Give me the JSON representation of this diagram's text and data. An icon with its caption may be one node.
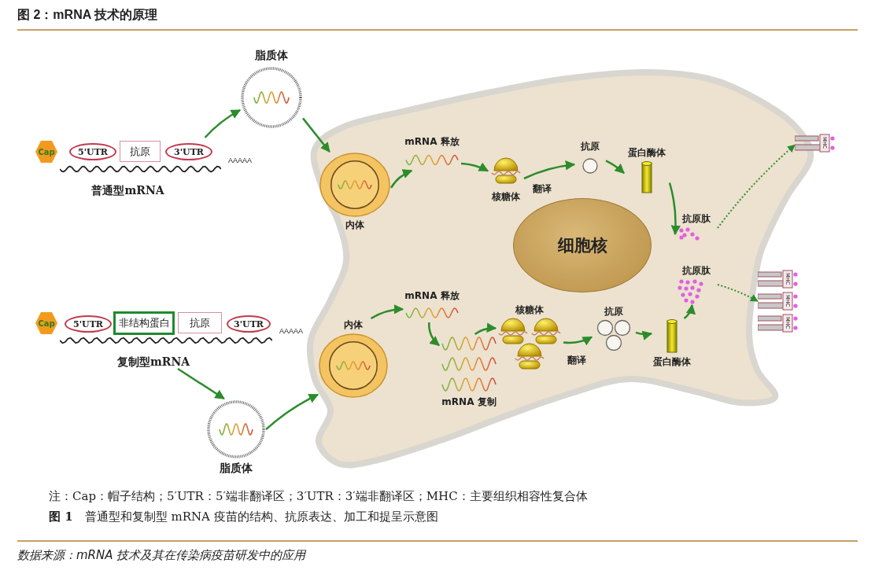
{
  "diagram": {
    "title": "图 2：mRNA 技术的原理",
    "caption": "数据来源：mRNA 技术及其在传染病疫苗研发中的应用",
    "nodes": [
      {
        "text": [
          "普通型mRNA"
        ]
      },
      {
        "text": [
          "Cap"
        ],
        "in": 0
      },
      {
        "text": [
          "5'UTR"
        ],
        "in": 0
      },
      {
        "text": [
          "抗原"
        ],
        "in": 0
      },
      {
        "text": [
          "3'UTR"
        ],
        "in": 0
      },
      {
        "text": [
          "脂质体"
        ]
      },
      {
        "text": [
          "内体"
        ]
      },
      {
        "text": [
          "mRNA 释放"
        ]
      },
      {
        "text": [
          "核糖体"
        ]
      },
      {
        "text": [
          "抗原"
        ]
      },
      {
        "text": [
          "蛋白酶体"
        ]
      },
      {
        "text": [
          "抗原肽"
        ]
      },
      {
        "text": [
          "MHC"
        ]
      },
      {
        "text": [
          "细胞核"
        ]
      },
      {
        "text": [
          "复制型mRNA"
        ]
      },
      {
        "text": [
          "Cap"
        ],
        "in": 14
      },
      {
        "text": [
          "5'UTR"
        ],
        "in": 14
      },
      {
        "text": [
          "非结构蛋白"
        ],
        "in": 14
      },
      {
        "text": [
          "抗原"
        ],
        "in": 14
      },
      {
        "text": [
          "3'UTR"
        ],
        "in": 14
      },
      {
        "text": [
          "脂质体"
        ]
      },
      {
        "text": [
          "内体"
        ]
      },
      {
        "text": [
          "mRNA 释放"
        ]
      },
      {
        "text": [
          "mRNA 复制"
        ]
      },
      {
        "text": [
          "核糖体"
        ]
      },
      {
        "text": [
          "抗原"
        ]
      },
      {
        "text": [
          "蛋白酶体"
        ]
      },
      {
        "text": [
          "抗原肽"
        ]
      },
      {
        "text": [
          "MHC"
        ]
      },
      {
        "text": [
          "MHC"
        ]
      },
      {
        "text": [
          "MHC"
        ]
      }
    ],
    "edges": [
      {
        "from": 0,
        "to": 5,
        "arrow": "to"
      },
      {
        "from": 5,
        "to": 6,
        "arrow": "to"
      },
      {
        "from": 6,
        "to": 7,
        "arrow": "to"
      },
      {
        "from": 7,
        "to": 8,
        "arrow": "to"
      },
      {
        "from": 8,
        "to": 9,
        "arrow": "to",
        "label": "翻译"
      },
      {
        "from": 9,
        "to": 10,
        "arrow": "to"
      },
      {
        "from": 10,
        "to": 11,
        "arrow": "to"
      },
      {
        "from": 11,
        "to": 12,
        "arrow": "to",
        "style": "dashed"
      },
      {
        "from": 14,
        "to": 20,
        "arrow": "to"
      },
      {
        "from": 20,
        "to": 21,
        "arrow": "to"
      },
      {
        "from": 21,
        "to": 22,
        "arrow": "to"
      },
      {
        "from": 22,
        "to": 23,
        "arrow": "to"
      },
      {
        "from": 23,
        "to": 24,
        "arrow": "to"
      },
      {
        "from": 24,
        "to": 25,
        "arrow": "to",
        "label": "翻译"
      },
      {
        "from": 25,
        "to": 26,
        "arrow": "to"
      },
      {
        "from": 26,
        "to": 27,
        "arrow": "to"
      },
      {
        "from": 27,
        "to": 29,
        "arrow": "to",
        "style": "dashed"
      }
    ],
    "labels": [
      "AAAAA",
      "AAAAA",
      "注：Cap：帽子结构；5′UTR：5′端非翻译区；3′UTR：3′端非翻译区；MHC：主要组织相容性复合体",
      "**图 1**　普通型和复制型 mRNA 疫苗的结构、抗原表达、加工和提呈示意图"
    ]
  }
}
